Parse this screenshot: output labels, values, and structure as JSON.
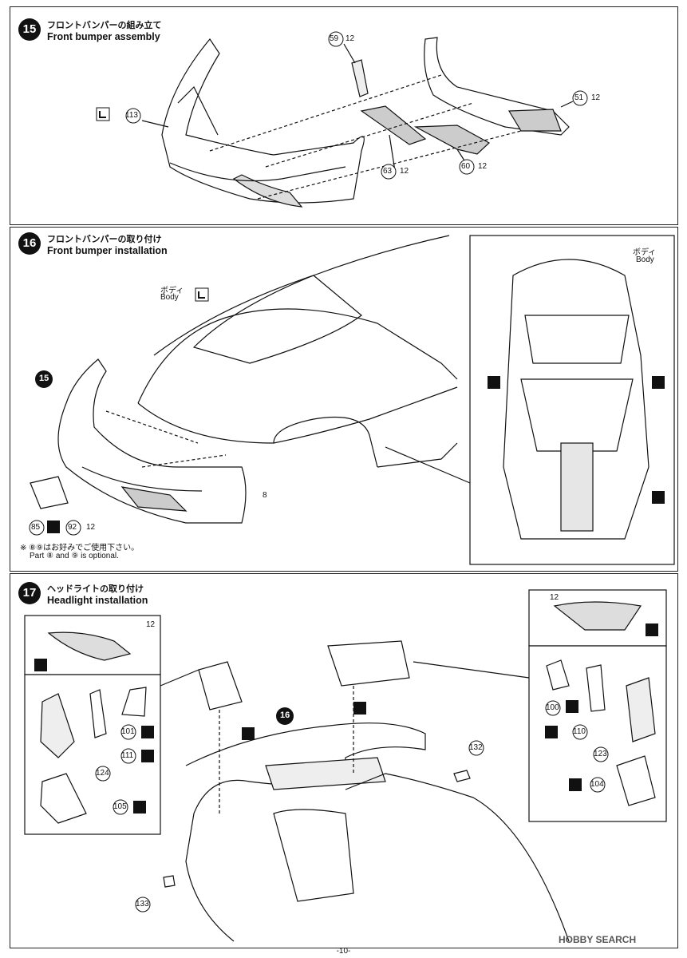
{
  "step15": {
    "number": "15",
    "title_jp": "フロントバンパーの組み立て",
    "title_en": "Front bumper assembly",
    "parts": {
      "p113": "113",
      "p59": "59",
      "p51": "51",
      "p63": "63",
      "p60": "60"
    },
    "paint_ref": "12"
  },
  "step16": {
    "number": "16",
    "title_jp": "フロントバンパーの取り付け",
    "title_en": "Front bumper installation",
    "body_jp": "ボディ",
    "body_en": "Body",
    "ref_step": "15",
    "paint_ref_8": "8",
    "paint_ref_12": "12",
    "parts": {
      "p85": "85",
      "p92": "92"
    },
    "note_jp": "※ ⑧⑨はお好みでご使用下さい。",
    "note_en": "Part ⑧ and ⑨ is optional.",
    "inset_body_jp": "ボディ",
    "inset_body_en": "Body"
  },
  "step17": {
    "number": "17",
    "title_jp": "ヘッドライトの取り付け",
    "title_en": "Headlight installation",
    "ref_step": "16",
    "paint_ref": "12",
    "left_parts": {
      "p101": "101",
      "p111": "111",
      "p124": "124",
      "p105": "105"
    },
    "right_parts": {
      "p100": "100",
      "p110": "110",
      "p123": "123",
      "p104": "104"
    },
    "center_parts": {
      "p132": "132",
      "p133": "133"
    }
  },
  "footer": {
    "page": "-10-",
    "watermark": "HOBBY SEARCH"
  }
}
